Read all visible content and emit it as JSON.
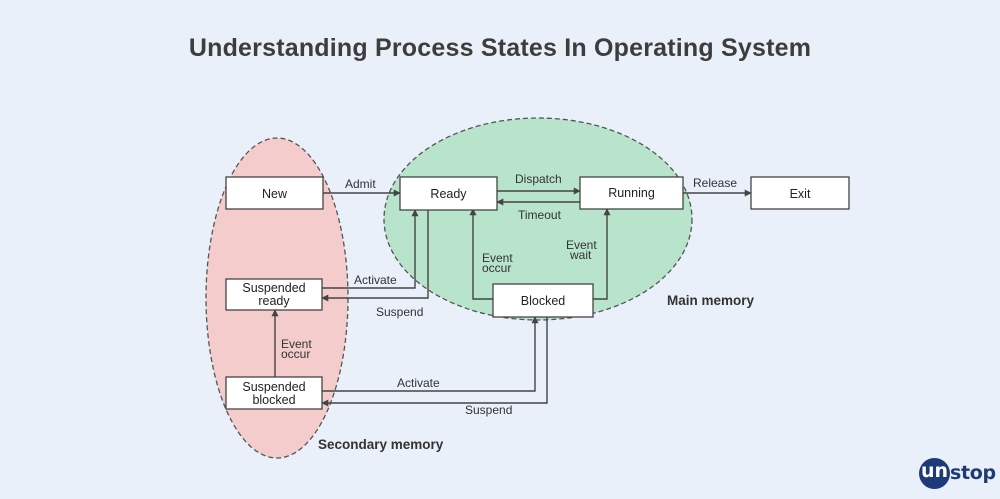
{
  "title": "Understanding Process States In Operating System",
  "regions": {
    "secondary_memory": "Secondary memory",
    "main_memory": "Main memory"
  },
  "states": {
    "new": "New",
    "ready": "Ready",
    "running": "Running",
    "exit": "Exit",
    "blocked": "Blocked",
    "suspended_ready": [
      "Suspended",
      "ready"
    ],
    "suspended_blocked": [
      "Suspended",
      "blocked"
    ]
  },
  "transitions": {
    "admit": "Admit",
    "dispatch": "Dispatch",
    "timeout": "Timeout",
    "release": "Release",
    "event_wait": [
      "Event",
      "wait"
    ],
    "event_occur_main": [
      "Event",
      "occur"
    ],
    "activate_ready": "Activate",
    "suspend_ready": "Suspend",
    "event_occur_secondary": [
      "Event",
      "occur"
    ],
    "activate_blocked": "Activate",
    "suspend_blocked": "Suspend"
  },
  "brand": {
    "initial": "un",
    "rest": "stop"
  },
  "colors": {
    "background": "#e9f0fa",
    "secondary_memory_fill": "#f4cccc",
    "main_memory_fill": "#b8e4cc",
    "box_fill": "#ffffff",
    "line": "#444444",
    "brand": "#1f3b77"
  }
}
